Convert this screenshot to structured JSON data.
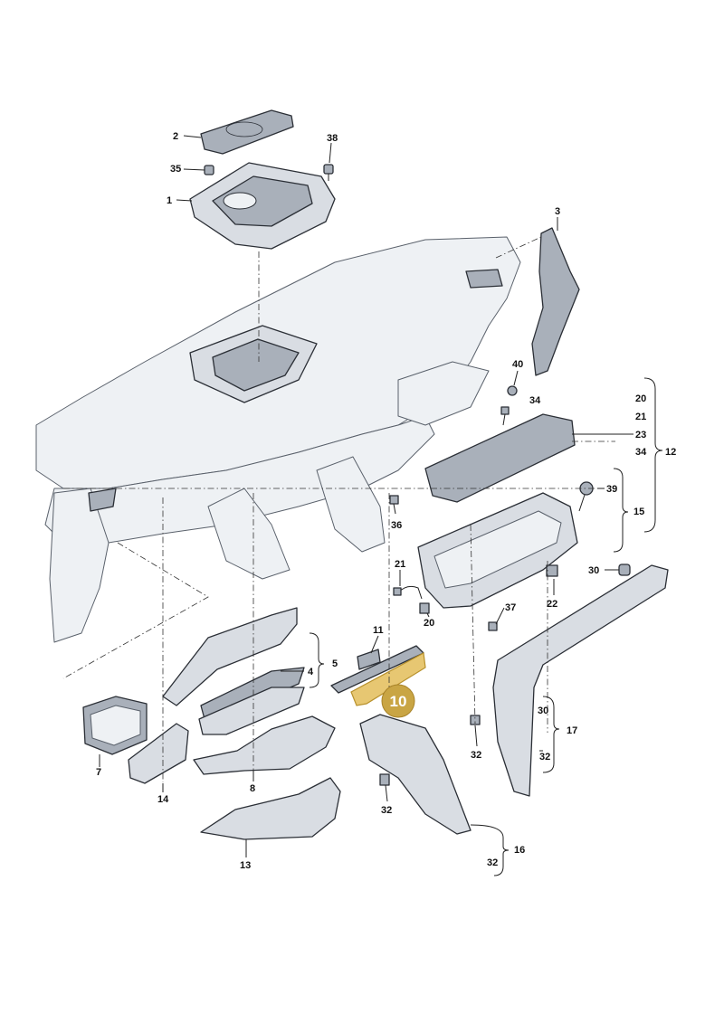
{
  "labels": {
    "l1": "1",
    "l2": "2",
    "l3": "3",
    "l4": "4",
    "l5": "5",
    "l7": "7",
    "l8": "8",
    "l10": "10",
    "l11": "11",
    "l12": "12",
    "l13": "13",
    "l14": "14",
    "l15": "15",
    "l16": "16",
    "l17": "17",
    "l20a": "20",
    "l20b": "20",
    "l21a": "21",
    "l21b": "21",
    "l22": "22",
    "l23": "23",
    "l30a": "30",
    "l30b": "30",
    "l32a": "32",
    "l32b": "32",
    "l32c": "32",
    "l32d": "32",
    "l34a": "34",
    "l34b": "34",
    "l35": "35",
    "l36": "36",
    "l37": "37",
    "l38": "38",
    "l39": "39",
    "l40": "40"
  },
  "highlight": {
    "part": "10",
    "color": "#c9a544"
  }
}
